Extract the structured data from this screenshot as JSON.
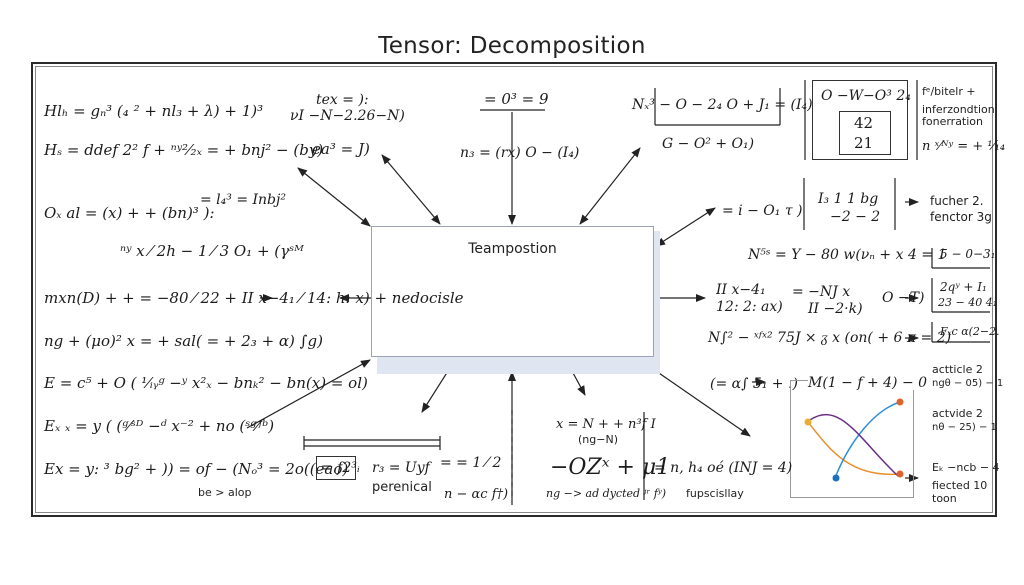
{
  "title": "Tensor:  Decomposition",
  "center": "Teampostion",
  "left": [
    "Hlₕ = gₙ³ (₄ ²  +  nl₃ + λ) + 1)³",
    "Hₛ = ddef  2² f +  ⁿʸ²⁄₂ₓ  =  +  bnj² − (by)",
    "Oₓ al = (x) + + (bn)³ ):",
    "ⁿʸ  x ⁄ 2h  −  1 ⁄ 3   O₁ + (γˢᴹ",
    "mxn(D) + + =  −80 ⁄ 22  +   II  x−4₁ ⁄ 14: h: x)   +  nedocisle",
    "ng + (μo)² x = + sal( = + 2₃ + α) ∫g)",
    "E = c⁵ + O ( ¹⁄ᵢᵧᵍ  −ʸ x²ₓ − bnₖ² − bn(x) = ol)",
    "Eₓ ₓ = y ( (ᵍ⁄ˢᴰ −ᵈ x⁻²   +  no (ˢᵍ⁄ᶠᵇ)",
    "Ex = y: ³ bg² + )) = of − (Nₒ³ = 2o((eao)"
  ],
  "top": [
    "tex = ):",
    "νI −N−2.26−N)",
    "ea³ = J)",
    "= 0³ = 9",
    "n₃ = (rx)   O − (I₄)",
    "= l₄³ = Inbj²",
    "Nₓ³ − O − 2₄ O + J₁ = (I₄)",
    "G − O² + O₁)"
  ],
  "right": [
    "O −W−O³ 2₄",
    "42",
    "21",
    "fᵉ/bitelr +",
    "inferzondtion",
    "fonerration",
    "n ˣ⁄ᴺʸ   = +  ¹⁄₁₄",
    "= i − O₁ τ )",
    "I₃  1  1   bg",
    "−2 − 2",
    "fucher 2.",
    "fenctor 3g",
    "N⁵ˢ = Y − 80 w(νₙ + x 4 = 1",
    "5 − 0−3₁",
    "II  x−4₁",
    "12: 2: ax)",
    "=  −NJ x",
    "II −2·k)",
    "O −T)",
    "2qʸ + I₁",
    "23 − 40 4₁",
    "N∫² − ˣᶠˣ²  75J × ᵹ x (on( + 6 π = 2)",
    "Fₓc α(2−2.",
    "(= α∫ 5₁ + .)",
    "M(1 − f + 4) − 0",
    "actticle 2",
    "ngθ − 05) − 1",
    "actvide 2",
    "nθ − 25) − 1",
    "Eₖ −ncb − 4",
    "fiected 10",
    "toon"
  ],
  "bottom": [
    "be > alop",
    "= f2³ᵢ",
    "r₃ = Uyf",
    "perenical",
    "= = 1 ⁄ 2",
    "n − αc f†)",
    "x = N + + n³f I",
    "(ng−N)",
    "−OZˣ + μ1",
    "ng −> ad dycted ʲʳ fʸ)",
    "= n, h₄ oé (INJ = 4)",
    "fupscisllay"
  ],
  "colors": {
    "line_orange": "#e8902e",
    "line_blue": "#2b8fd1",
    "line_purple": "#6a2f86",
    "dot_blue": "#1d6fc0",
    "dot_orange": "#e0622b",
    "dot_yellow": "#e8b030"
  }
}
